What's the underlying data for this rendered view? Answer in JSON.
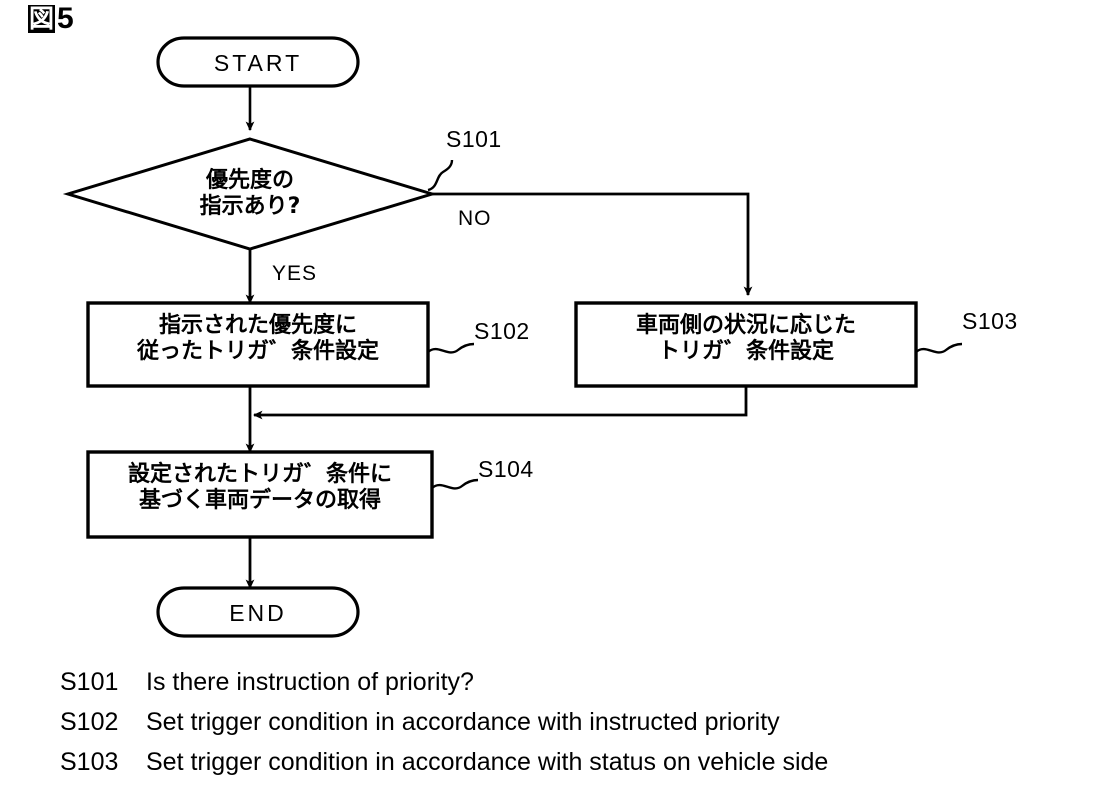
{
  "figure": {
    "label_glyph": "図",
    "number": "5"
  },
  "flowchart": {
    "start": {
      "label": "START"
    },
    "end": {
      "label": "END"
    },
    "decision": {
      "step": "S101",
      "line1": "優先度の",
      "line2": "指示あり?",
      "yes_label": "YES",
      "no_label": "NO"
    },
    "process_left": {
      "step": "S102",
      "line1": "指示された優先度に",
      "line2": "従ったトリガ゛条件設定"
    },
    "process_right": {
      "step": "S103",
      "line1": "車両側の状況に応じた",
      "line2": "トリガ゛条件設定"
    },
    "process_final": {
      "step": "S104",
      "line1": "設定されたトリガ゛条件に",
      "line2": "基づく車両データの取得"
    }
  },
  "legend": {
    "rows": [
      {
        "code": "S101",
        "desc": "Is there instruction of priority?"
      },
      {
        "code": "S102",
        "desc": "Set trigger condition in accordance with instructed priority"
      },
      {
        "code": "S103",
        "desc": "Set trigger condition in accordance with status on vehicle side"
      }
    ]
  },
  "colors": {
    "ink": "#000000",
    "paper": "#ffffff"
  }
}
